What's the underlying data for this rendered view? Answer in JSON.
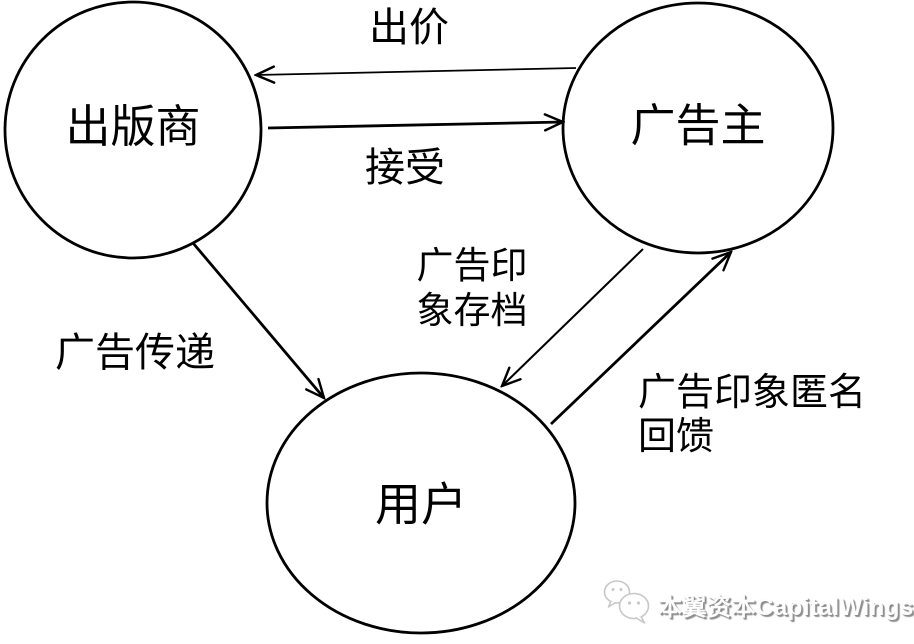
{
  "diagram": {
    "title": "RTB advertising roles diagram",
    "nodes": {
      "publisher": {
        "label": "出版商"
      },
      "advertiser": {
        "label": "广告主"
      },
      "user": {
        "label": "用户"
      }
    },
    "edges": {
      "bid": {
        "label": "出价",
        "from": "advertiser",
        "to": "publisher"
      },
      "accept": {
        "label": "接受",
        "from": "publisher",
        "to": "advertiser"
      },
      "ad_delivery": {
        "label": "广告传递",
        "from": "publisher",
        "to": "user"
      },
      "impression_archive": {
        "label": "广告印\n象存档",
        "from": "advertiser",
        "to": "user"
      },
      "impression_feedback": {
        "label": "广告印象匿名\n回馈",
        "from": "user",
        "to": "advertiser"
      }
    },
    "watermark": {
      "text": "本翼资本CapitalWings",
      "icon": "wechat-chat-bubbles-icon"
    },
    "colors": {
      "line": "#000000",
      "text": "#000000",
      "background": "#ffffff",
      "watermark_fill": "#fdfdfd",
      "watermark_shadow": "#8d8d8d",
      "watermark_icon_stroke": "#c8c8c8"
    }
  }
}
